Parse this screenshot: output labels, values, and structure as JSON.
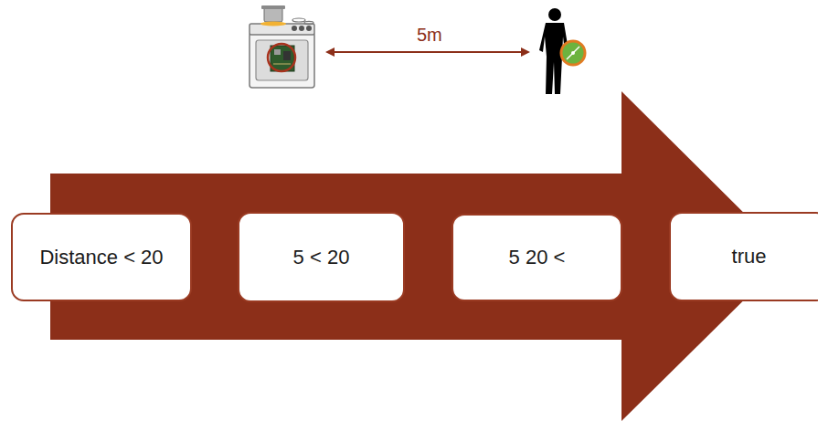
{
  "diagram": {
    "nodes": [
      {
        "text": [
          "Distance < 20"
        ]
      },
      {
        "text": [
          "5 < 20"
        ]
      },
      {
        "text": [
          "5 20 <"
        ]
      },
      {
        "text": [
          "true"
        ]
      }
    ],
    "labels": [
      "5m"
    ]
  }
}
